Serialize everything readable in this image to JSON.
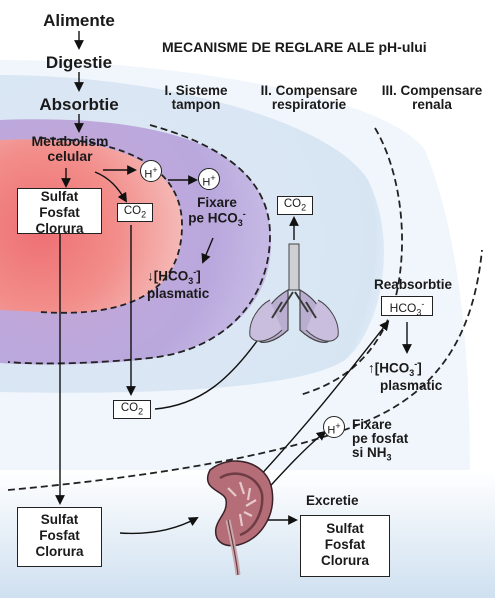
{
  "title": "MECANISME DE REGLARE ALE pH-ului",
  "chain": {
    "step1": "Alimente",
    "step2": "Digestie",
    "step3": "Absorbtie",
    "metabolism_line1": "Metabolism",
    "metabolism_line2": "celular"
  },
  "columns": {
    "col1_line1": "I. Sisteme",
    "col1_line2": "tampon",
    "col2_line1": "II. Compensare",
    "col2_line2": "respiratorie",
    "col3_line1": "III. Compensare",
    "col3_line2": "renala"
  },
  "ions": {
    "h_plus": "H",
    "plus_sign": "+",
    "co2_main": "CO",
    "co2_sub": "2",
    "hco3_main": "HCO",
    "hco3_sub": "3",
    "hco3_sup": "-"
  },
  "buffer": {
    "fixare_line1": "Fixare",
    "fixare_line2": "pe HCO",
    "plasmatic_bracket_open": "[HCO",
    "plasmatic_bracket_close": "]",
    "plasmatic_label": "plasmatic",
    "down_arrow": "↓",
    "up_arrow": "↑"
  },
  "renal": {
    "reabsorbtie": "Reabsorbtie",
    "fixare_fosfat_line1": "Fixare",
    "fixare_fosfat_line2": "pe fosfat",
    "fixare_fosfat_line3": "si NH",
    "nh3_sub": "3",
    "excretie": "Excretie"
  },
  "acids": {
    "a1": "Sulfat",
    "a2": "Fosfat",
    "a3": "Clorura"
  },
  "colors": {
    "cell_core": "#e9686b",
    "buffer_zone": "#b7a5d8",
    "respiratory_zone": "#c9dcee",
    "renal_zone": "#d7e6f3",
    "page": "#ffffff"
  }
}
